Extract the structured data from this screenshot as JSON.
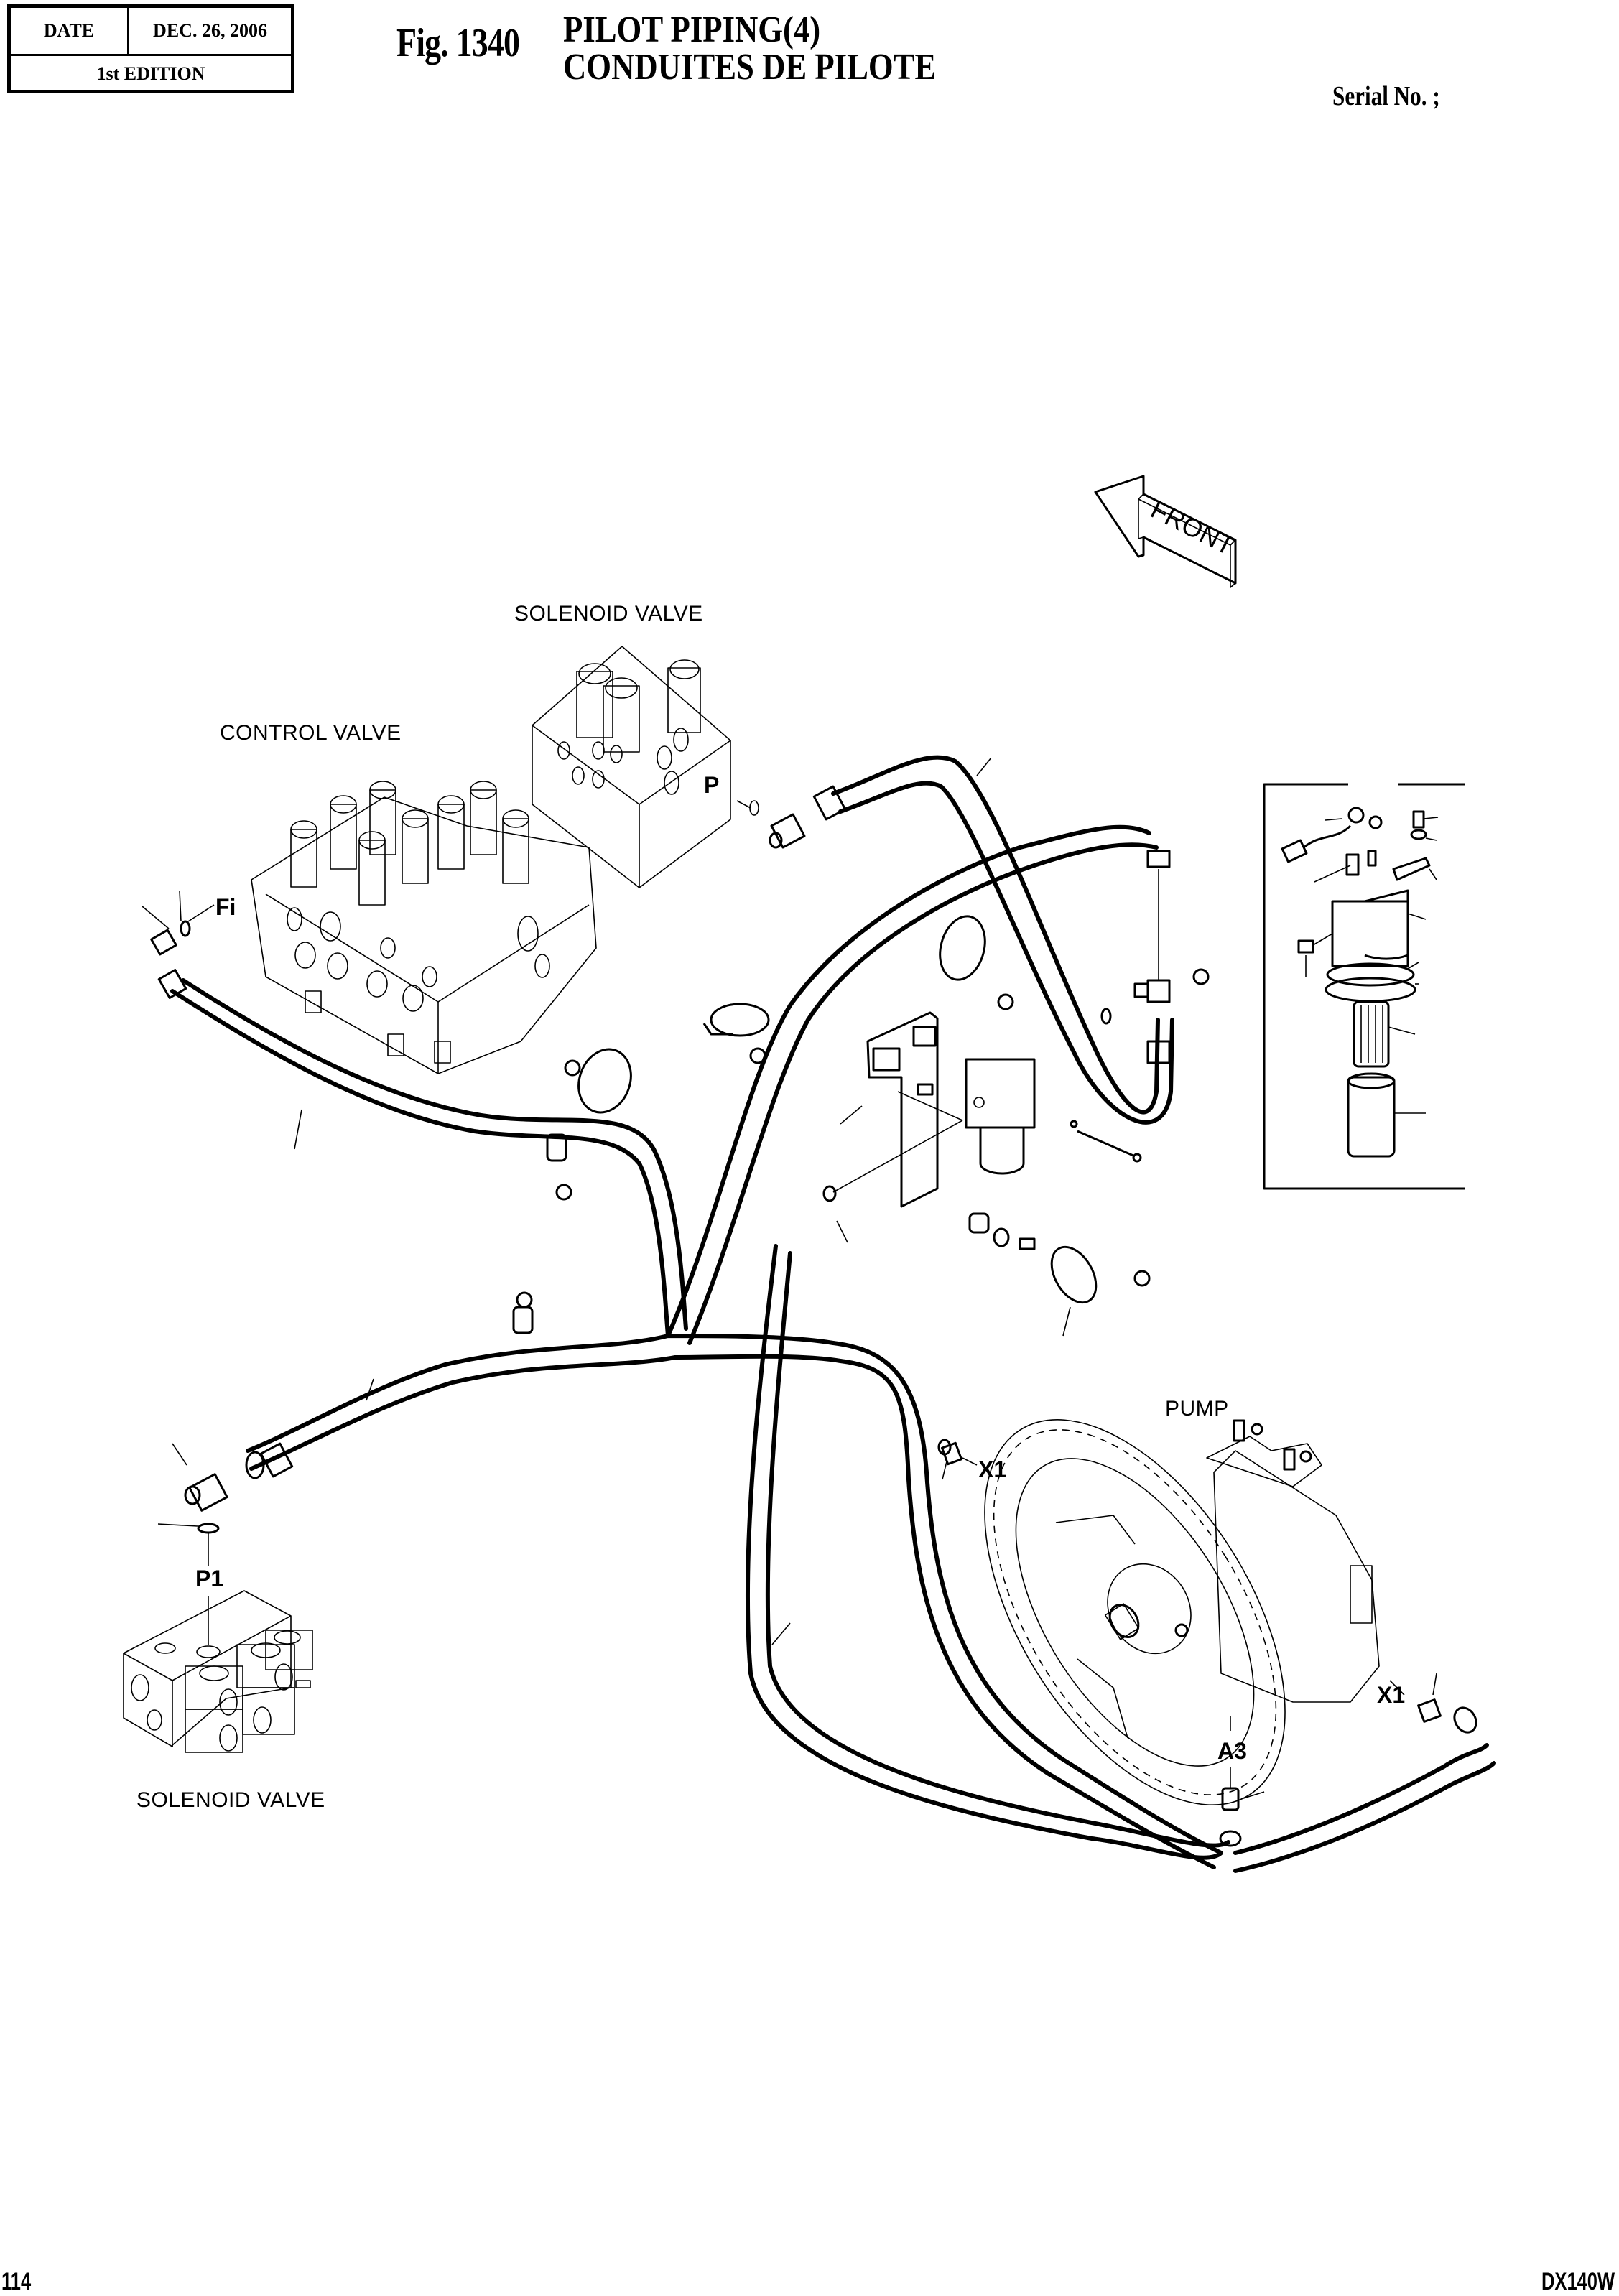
{
  "header": {
    "date_label": "DATE",
    "date_value": "DEC. 26, 2006",
    "edition": "1st EDITION",
    "figure_number": "Fig. 1340",
    "title_en": "PILOT PIPING(4)",
    "title_fr": "CONDUITES DE PILOTE",
    "serial_label": "Serial No. ;"
  },
  "footer": {
    "page_number": "114",
    "model": "DX140W"
  },
  "diagram": {
    "orientation_arrow": "FRONT",
    "components": {
      "solenoid_valve_top": "SOLENOID VALVE",
      "control_valve": "CONTROL VALVE",
      "pump": "PUMP",
      "solenoid_valve_bottom": "SOLENOID VALVE"
    },
    "ports": {
      "fi": "Fi",
      "p": "P",
      "p1": "P1",
      "x1_left": "X1",
      "x1_right": "X1",
      "a3": "A3"
    }
  }
}
